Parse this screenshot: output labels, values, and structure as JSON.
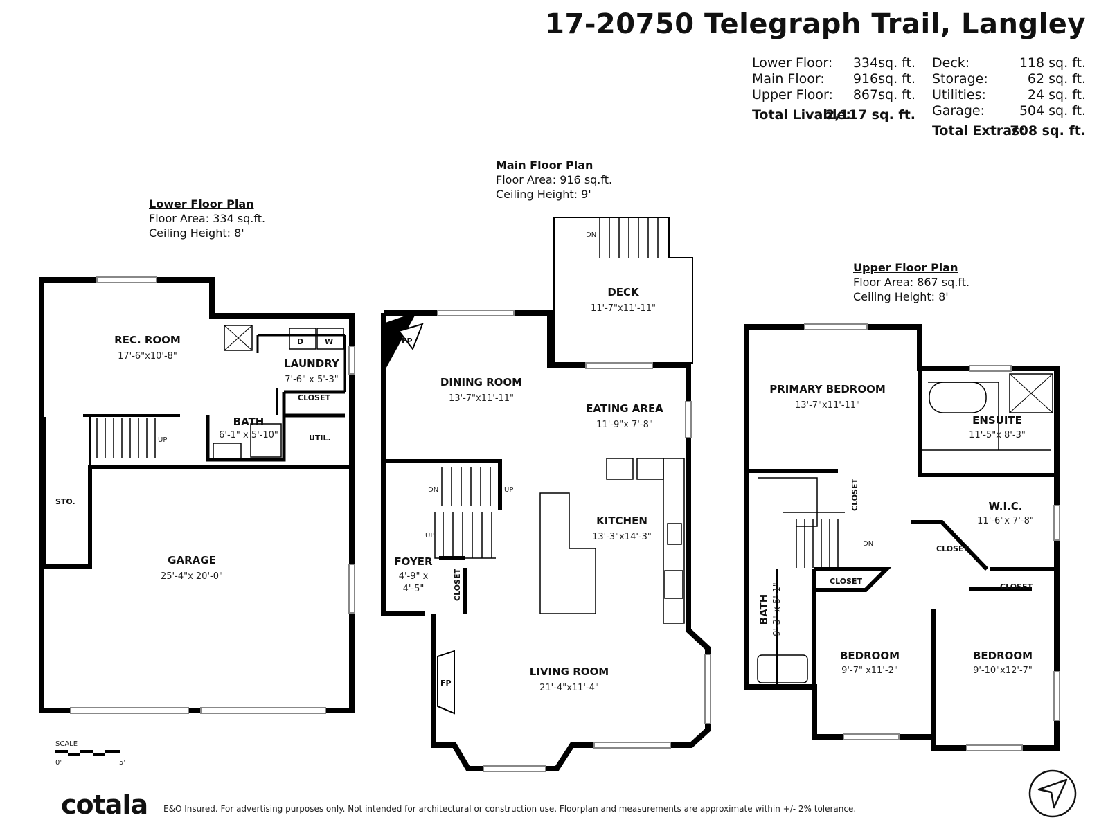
{
  "title": "17-20750 Telegraph Trail, Langley",
  "areas_left": [
    {
      "label": "Lower Floor:",
      "value": "334sq. ft."
    },
    {
      "label": "Main Floor:",
      "value": "916sq. ft."
    },
    {
      "label": "Upper Floor:",
      "value": "867sq. ft."
    }
  ],
  "total_livable": {
    "label": "Total Livable:",
    "value": "2,117 sq. ft."
  },
  "areas_right": [
    {
      "label": "Deck:",
      "value": "118 sq. ft."
    },
    {
      "label": "Storage:",
      "value": "62 sq. ft."
    },
    {
      "label": "Utilities:",
      "value": "24 sq. ft."
    },
    {
      "label": "Garage:",
      "value": "504 sq. ft."
    }
  ],
  "total_extras": {
    "label": "Total Extras:",
    "value": "708 sq. ft."
  },
  "plans": {
    "lower": {
      "heading": "Lower Floor Plan",
      "area": "Floor Area: 334 sq.ft.",
      "ceiling": "Ceiling Height: 8'"
    },
    "main": {
      "heading": "Main Floor Plan",
      "area": "Floor Area: 916 sq.ft.",
      "ceiling": "Ceiling Height: 9'"
    },
    "upper": {
      "heading": "Upper Floor Plan",
      "area": "Floor Area: 867 sq.ft.",
      "ceiling": "Ceiling Height: 8'"
    }
  },
  "rooms": {
    "rec_room": {
      "name": "REC. ROOM",
      "dim": "17'-6\"x10'-8\""
    },
    "laundry": {
      "name": "LAUNDRY",
      "dim": "7'-6\" x 5'-3\""
    },
    "bath_lower": {
      "name": "BATH",
      "dim": "6'-1\" x 5'-10\""
    },
    "garage": {
      "name": "GARAGE",
      "dim": "25'-4\"x 20'-0\""
    },
    "deck": {
      "name": "DECK",
      "dim": "11'-7\"x11'-11\""
    },
    "dining": {
      "name": "DINING ROOM",
      "dim": "13'-7\"x11'-11\""
    },
    "eating": {
      "name": "EATING AREA",
      "dim": "11'-9\"x 7'-8\""
    },
    "kitchen": {
      "name": "KITCHEN",
      "dim": "13'-3\"x14'-3\""
    },
    "living": {
      "name": "LIVING ROOM",
      "dim": "21'-4\"x11'-4\""
    },
    "foyer": {
      "name": "FOYER",
      "dim1": "4'-9\" x",
      "dim2": "4'-5\""
    },
    "primary": {
      "name": "PRIMARY BEDROOM",
      "dim": "13'-7\"x11'-11\""
    },
    "ensuite": {
      "name": "ENSUITE",
      "dim": "11'-5\"x 8'-3\""
    },
    "wic": {
      "name": "W.I.C.",
      "dim": "11'-6\"x 7'-8\""
    },
    "bath_upper": {
      "name": "BATH",
      "dim": "9'-3\" x 5'-1\""
    },
    "bedroom2": {
      "name": "BEDROOM",
      "dim": "9'-7\" x11'-2\""
    },
    "bedroom3": {
      "name": "BEDROOM",
      "dim": "9'-10\"x12'-7\""
    }
  },
  "small_labels": {
    "closet": "CLOSET",
    "util": "UTIL.",
    "sto": "STO.",
    "fp": "FP",
    "up": "UP",
    "dn": "DN",
    "d": "D",
    "w": "W"
  },
  "scale": {
    "label": "SCALE",
    "start": "0'",
    "end": "5'"
  },
  "logo": "cotala",
  "disclaimer": "E&O Insured. For advertising purposes only. Not intended for architectural or construction use. Floorplan and measurements are approximate within +/- 2% tolerance."
}
